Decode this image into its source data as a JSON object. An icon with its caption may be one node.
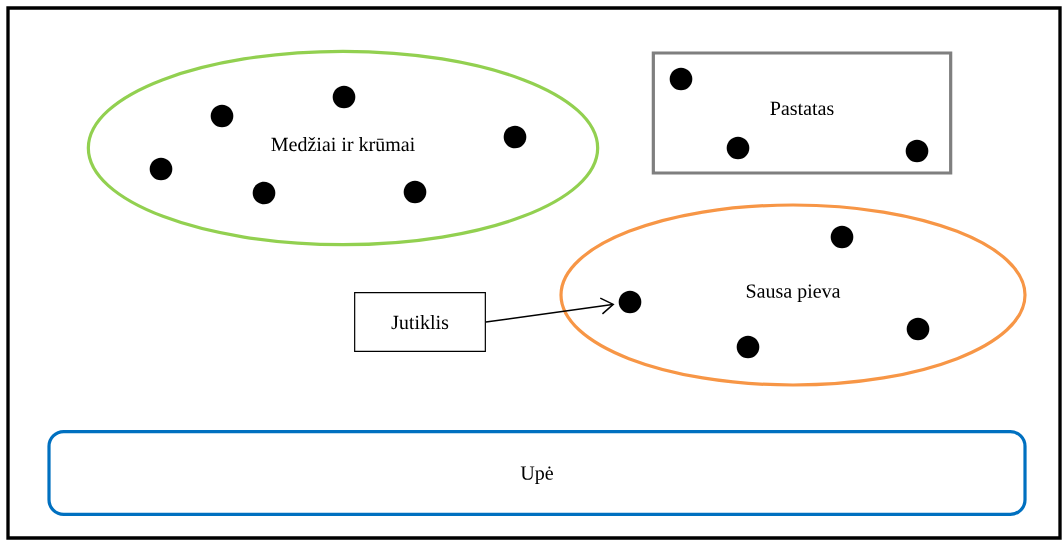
{
  "diagram": {
    "nodes": [
      {
        "text": [
          "Medžiai ir krūmai"
        ]
      },
      {
        "text": [],
        "shape": "circle",
        "in": 0
      },
      {
        "text": [],
        "shape": "circle",
        "in": 0
      },
      {
        "text": [],
        "shape": "circle",
        "in": 0
      },
      {
        "text": [],
        "shape": "circle",
        "in": 0
      },
      {
        "text": [],
        "shape": "circle",
        "in": 0
      },
      {
        "text": [],
        "shape": "circle",
        "in": 0
      },
      {
        "text": [
          "Pastatas"
        ]
      },
      {
        "text": [],
        "shape": "circle",
        "in": 7
      },
      {
        "text": [],
        "shape": "circle",
        "in": 7
      },
      {
        "text": [],
        "shape": "circle",
        "in": 7
      },
      {
        "text": [
          "Sausa pieva"
        ]
      },
      {
        "text": [],
        "shape": "circle",
        "in": 11
      },
      {
        "text": [],
        "shape": "circle",
        "in": 11
      },
      {
        "text": [],
        "shape": "circle",
        "in": 11
      },
      {
        "text": [],
        "shape": "circle",
        "in": 11
      },
      {
        "text": [
          "Jutiklis"
        ]
      },
      {
        "text": [
          "Upė"
        ]
      }
    ],
    "edges": [
      {
        "from": 16,
        "to": 12,
        "arrow": "to"
      }
    ]
  }
}
